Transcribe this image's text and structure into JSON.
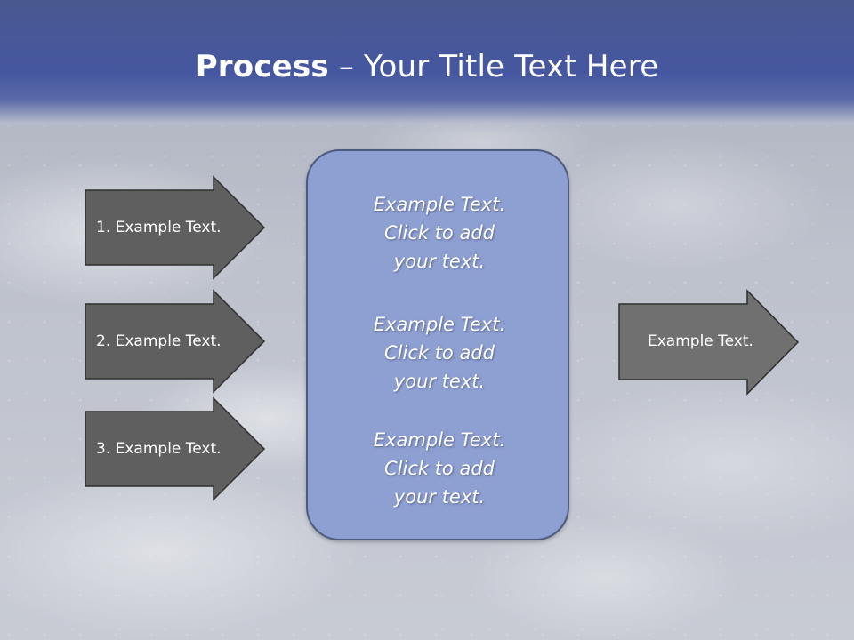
{
  "slide": {
    "title_strong": "Process",
    "title_rest": " – Your Title Text Here"
  },
  "steps": [
    {
      "label": "1. Example Text."
    },
    {
      "label": "2. Example Text."
    },
    {
      "label": "3. Example Text."
    }
  ],
  "center_blocks": [
    {
      "line1": "Example Text.",
      "line2": "Click  to add",
      "line3": "your text."
    },
    {
      "line1": "Example Text.",
      "line2": "Click  to add",
      "line3": "your text."
    },
    {
      "line1": "Example Text.",
      "line2": "Click  to add",
      "line3": "your text."
    }
  ],
  "result": {
    "label": "Example Text."
  },
  "colors": {
    "title_band": "#4557a0",
    "arrow_fill": "#5f5f5f",
    "center_box_fill": "#8e9fd2",
    "result_arrow_fill": "#707070"
  }
}
